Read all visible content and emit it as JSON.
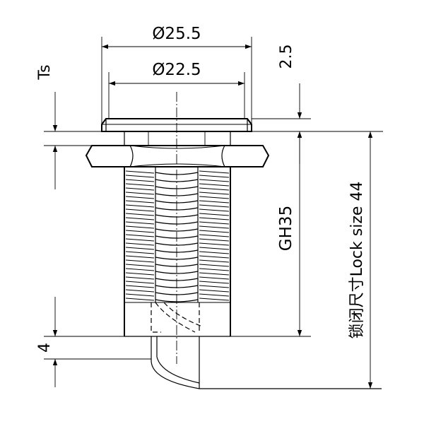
{
  "dimensions": {
    "outer_diameter": "Ø25.5",
    "inner_diameter": "Ø22.5",
    "flange_thickness": "2.5",
    "ts": "Ts",
    "thread": "GH35",
    "lock_size": "锁闭尺寸Lock size 44",
    "cam_offset": "4"
  },
  "colors": {
    "line": "#000000",
    "background": "#ffffff"
  }
}
